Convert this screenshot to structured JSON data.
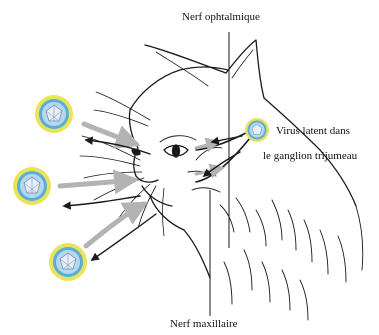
{
  "labels": {
    "nerve_ophthalmic": "Nerf ophtalmique",
    "latent_virus_line1": "Virus latent dans",
    "latent_virus_line2": "le ganglion trijumeau",
    "nerve_maxillary": "Nerf maxillaire"
  },
  "colors": {
    "virus_outer_ring": "#e9e35a",
    "virus_inner_ring": "#5aaed6",
    "virus_core": "#b7d7f0",
    "virus_capsid": "#e6eef8",
    "arrow_grey": "#b3b3b3",
    "arrow_black": "#1a1a1a",
    "line_art": "#1a1a1a"
  }
}
